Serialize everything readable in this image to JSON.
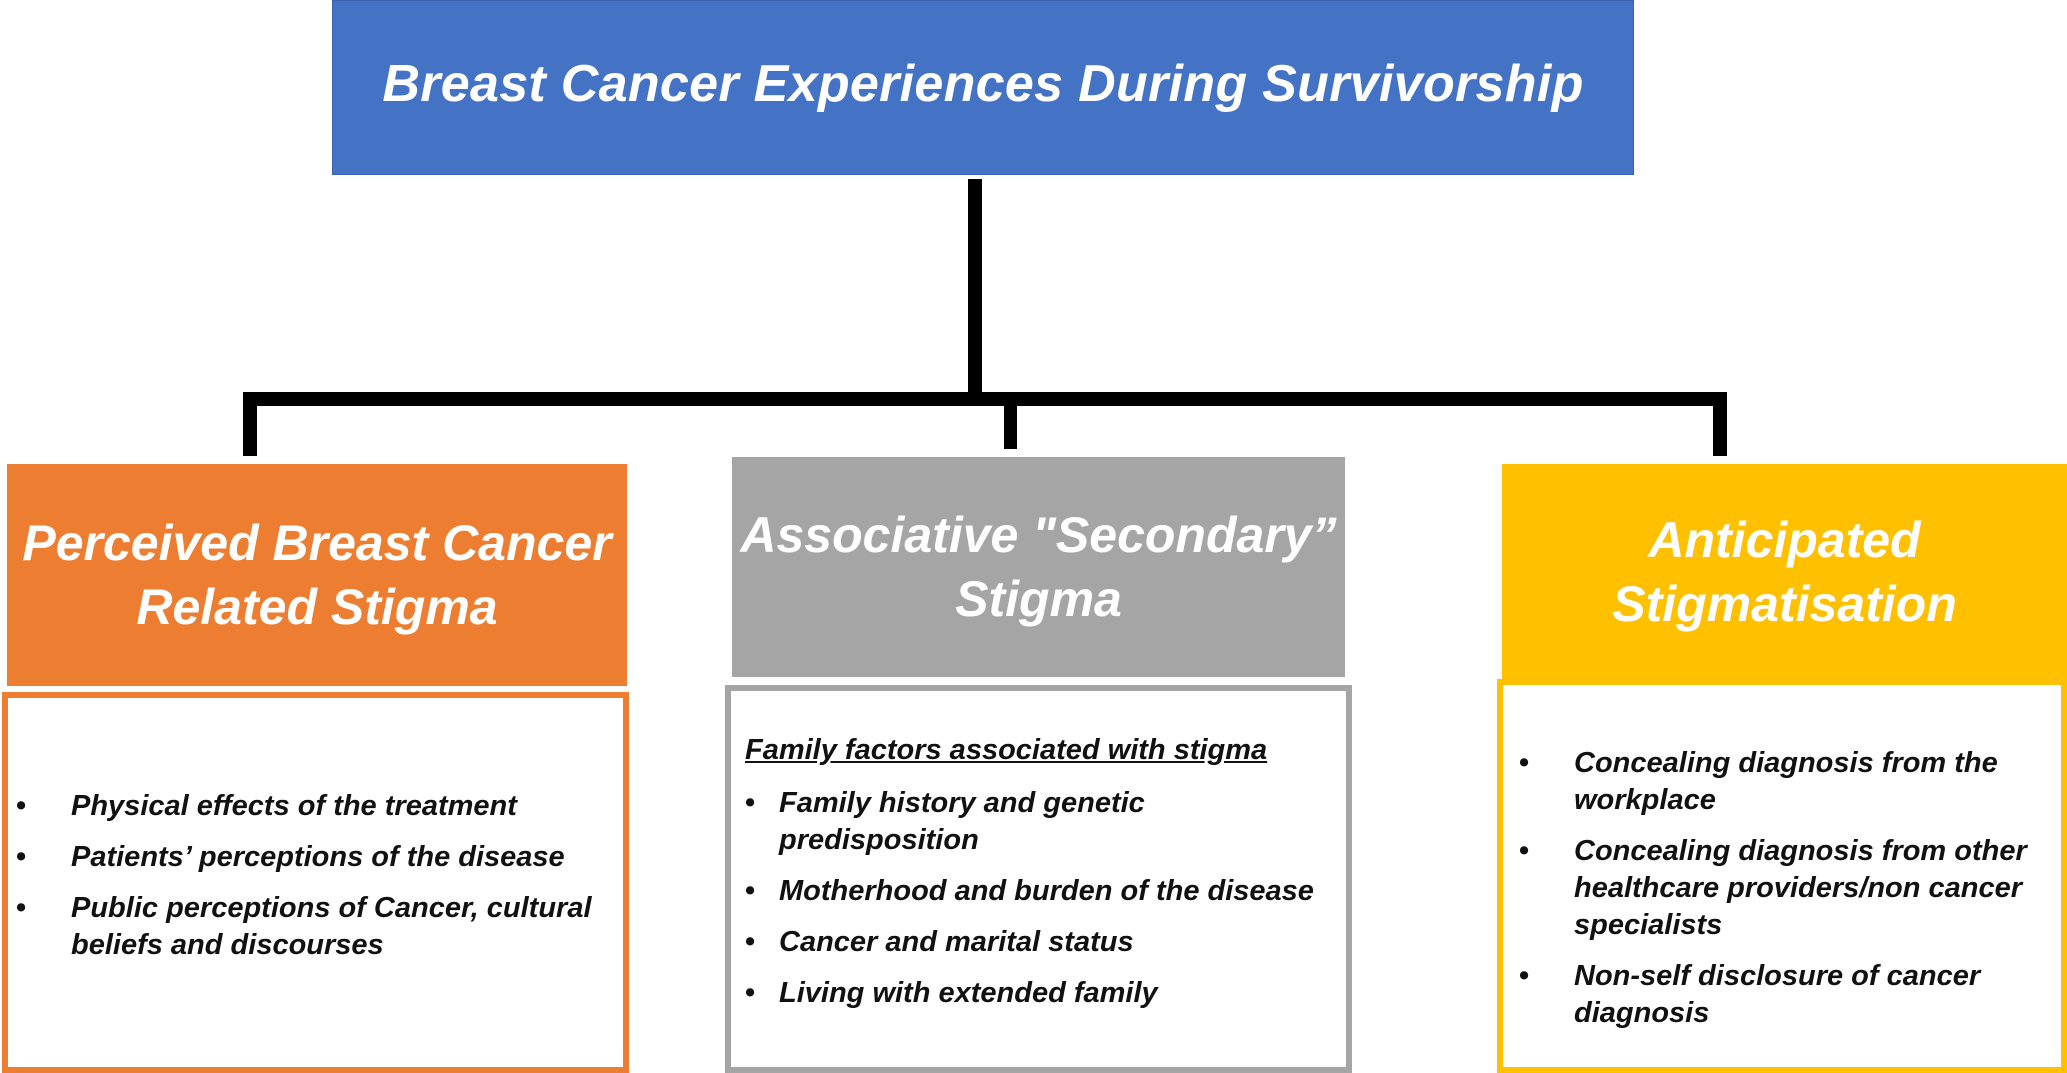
{
  "title": "Breast Cancer Experiences During Survivorship",
  "colors": {
    "title_box": "#4472c4",
    "perceived": "#ed7d31",
    "associative": "#a5a5a5",
    "anticipated": "#ffc000"
  },
  "branches": {
    "perceived": {
      "heading_line1": "Perceived Breast Cancer",
      "heading_line2": "Related Stigma",
      "items": [
        "Physical effects of the treatment",
        "Patients’ perceptions of the disease",
        "Public perceptions of Cancer, cultural beliefs and discourses"
      ]
    },
    "associative": {
      "heading_line1": "Associative \"Secondary”",
      "heading_line2": "Stigma",
      "subheading": "Family factors associated with stigma",
      "items": [
        "Family history and genetic predisposition",
        "Motherhood and burden of the disease",
        "Cancer and marital status",
        "Living with extended family"
      ]
    },
    "anticipated": {
      "heading_line1": "Anticipated",
      "heading_line2": "Stigmatisation",
      "items": [
        "Concealing diagnosis from the workplace",
        "Concealing diagnosis from other healthcare providers/non cancer specialists",
        "Non-self disclosure of cancer diagnosis"
      ]
    }
  }
}
